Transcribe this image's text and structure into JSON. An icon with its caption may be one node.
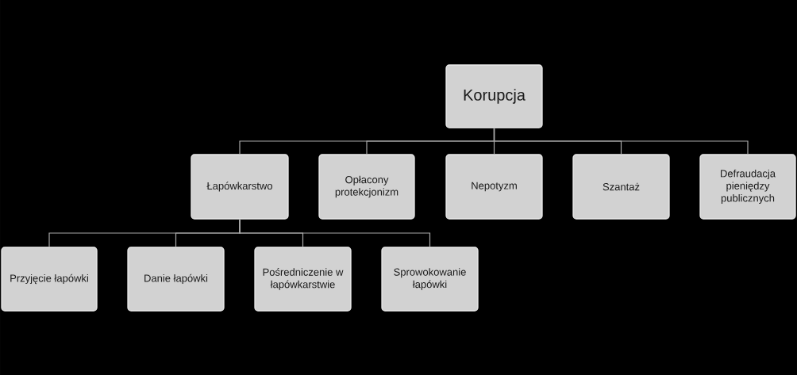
{
  "diagram": {
    "nodes": [
      {
        "text": [
          "Korupcja"
        ]
      },
      {
        "text": [
          "Łapówkarstwo"
        ]
      },
      {
        "text": [
          "Opłacony protekcjonizm"
        ]
      },
      {
        "text": [
          "Nepotyzm"
        ]
      },
      {
        "text": [
          "Szantaż"
        ]
      },
      {
        "text": [
          "Defraudacja pieniędzy publicznych"
        ]
      },
      {
        "text": [
          "Przyjęcie łapówki"
        ]
      },
      {
        "text": [
          "Danie łapówki"
        ]
      },
      {
        "text": [
          "Pośredniczenie w łapówkarstwie"
        ]
      },
      {
        "text": [
          "Sprowokowanie łapówki"
        ]
      }
    ],
    "edges": [
      {
        "from": 0,
        "to": 1,
        "arrow": "none"
      },
      {
        "from": 0,
        "to": 2,
        "arrow": "none"
      },
      {
        "from": 0,
        "to": 3,
        "arrow": "none"
      },
      {
        "from": 0,
        "to": 4,
        "arrow": "none"
      },
      {
        "from": 0,
        "to": 5,
        "arrow": "none"
      },
      {
        "from": 1,
        "to": 6,
        "arrow": "none"
      },
      {
        "from": 1,
        "to": 7,
        "arrow": "none"
      },
      {
        "from": 1,
        "to": 8,
        "arrow": "none"
      },
      {
        "from": 1,
        "to": 9,
        "arrow": "none"
      }
    ]
  }
}
